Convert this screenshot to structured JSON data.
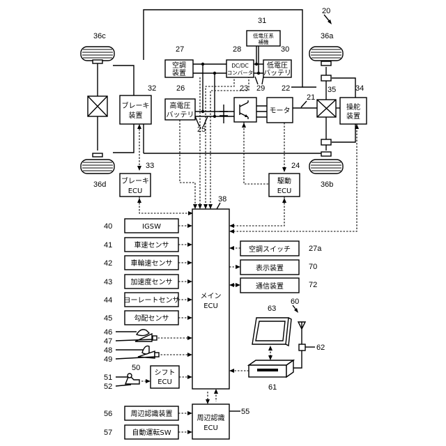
{
  "labels": {
    "brake_device": [
      "ブレーキ",
      "装置"
    ],
    "aircon_device": [
      "空調",
      "装置"
    ],
    "hv_battery": [
      "高電圧",
      "バッテリ"
    ],
    "dcdc_converter": [
      "DC/DC",
      "コンバータ"
    ],
    "lv_auxiliary": [
      "低電圧系",
      "補機"
    ],
    "lv_battery": [
      "低電圧",
      "バッテリ"
    ],
    "motor": "モータ",
    "steering_device": [
      "操舵",
      "装置"
    ],
    "brake_ecu": [
      "ブレーキ",
      "ECU"
    ],
    "drive_ecu": [
      "駆動",
      "ECU"
    ],
    "main_ecu": [
      "メイン",
      "ECU"
    ],
    "igsw": "IGSW",
    "vehicle_speed_sensor": "車速センサ",
    "wheel_speed_sensor": "車輪速センサ",
    "acceleration_sensor": "加速度センサ",
    "yaw_rate_sensor": "ヨーレートセンサ",
    "gradient_sensor": "勾配センサ",
    "shift_ecu": [
      "シフト",
      "ECU"
    ],
    "aircon_switch": "空調スイッチ",
    "display_device": "表示装置",
    "communication_device": "通信装置",
    "peripheral_recognition_device": "周辺認識装置",
    "auto_drive_sw": "自動運転SW",
    "peripheral_recognition_ecu": [
      "周辺認識",
      "ECU"
    ]
  },
  "numerals": {
    "n20": "20",
    "n21": "21",
    "n22": "22",
    "n23": "23",
    "n24": "24",
    "n25": "25",
    "n26": "26",
    "n27": "27",
    "n27a": "27a",
    "n28": "28",
    "n29": "29",
    "n30": "30",
    "n31": "31",
    "n32": "32",
    "n33": "33",
    "n34": "34",
    "n35": "35",
    "n36a": "36a",
    "n36b": "36b",
    "n36c": "36c",
    "n36d": "36d",
    "n38": "38",
    "n40": "40",
    "n41": "41",
    "n42": "42",
    "n43": "43",
    "n44": "44",
    "n45": "45",
    "n46": "46",
    "n47": "47",
    "n48": "48",
    "n49": "49",
    "n50": "50",
    "n51": "51",
    "n52": "52",
    "n55": "55",
    "n56": "56",
    "n57": "57",
    "n60": "60",
    "n61": "61",
    "n62": "62",
    "n63": "63",
    "n70": "70",
    "n72": "72"
  }
}
